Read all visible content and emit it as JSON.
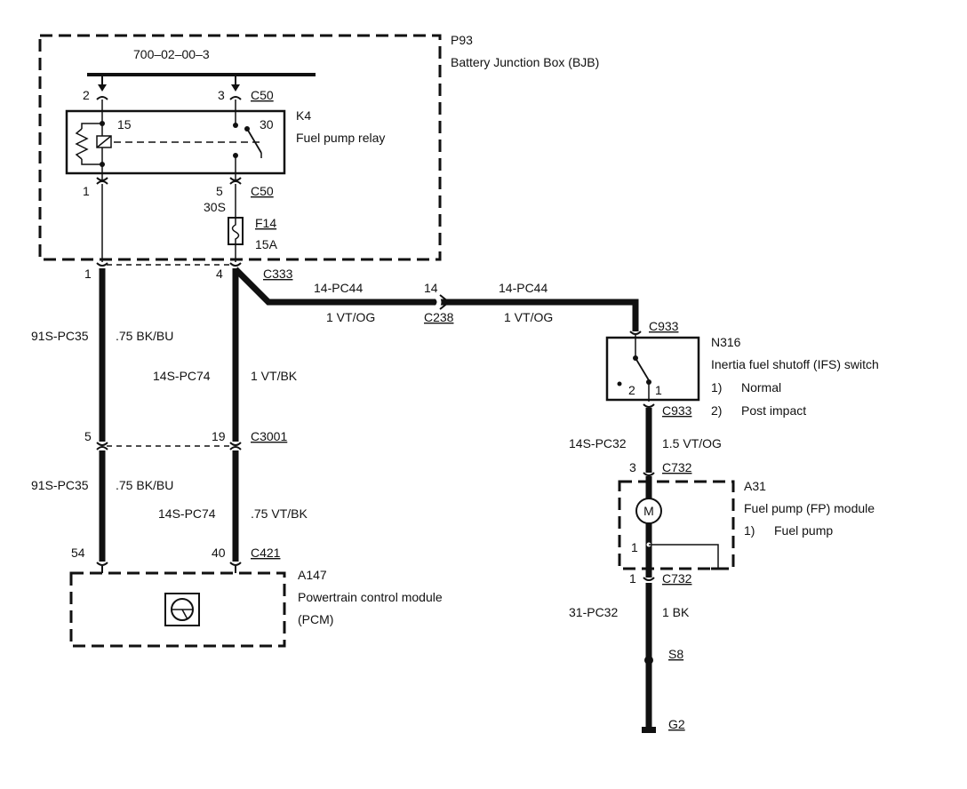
{
  "bjb": {
    "id": "P93",
    "name": "Battery Junction Box (BJB)",
    "bus_label": "700–02–00–3"
  },
  "relay": {
    "id": "K4",
    "name": "Fuel pump relay",
    "pin_15": "15",
    "pin_30": "30",
    "conn_pin_2": "2",
    "conn_pin_3": "3",
    "conn_pin_1": "1",
    "conn_pin_5": "5",
    "connector_top": "C50",
    "connector_bottom": "C50"
  },
  "fuse": {
    "id": "F14",
    "rating": "15A",
    "circuit": "30S"
  },
  "c333": {
    "connector": "C333",
    "pin_left": "1",
    "pin_right": "4"
  },
  "c3001": {
    "connector": "C3001",
    "pin_left": "5",
    "pin_right": "19"
  },
  "c421": {
    "connector": "C421",
    "pin_left": "54",
    "pin_right": "40"
  },
  "c238": {
    "connector": "C238",
    "pin": "14"
  },
  "wires": {
    "w91_upper": {
      "circuit": "91S-PC35",
      "color": ".75 BK/BU"
    },
    "w14_upper": {
      "circuit": "14S-PC74",
      "color": "1 VT/BK"
    },
    "w91_lower": {
      "circuit": "91S-PC35",
      "color": ".75 BK/BU"
    },
    "w14_lower": {
      "circuit": "14S-PC74",
      "color": ".75 VT/BK"
    },
    "pc44_left": {
      "circuit": "14-PC44",
      "color": "1 VT/OG"
    },
    "pc44_right": {
      "circuit": "14-PC44",
      "color": "1 VT/OG"
    },
    "pc32": {
      "circuit": "14S-PC32",
      "color": "1.5 VT/OG"
    },
    "ground": {
      "circuit": "31-PC32",
      "color": "1 BK"
    }
  },
  "pcm": {
    "id": "A147",
    "name_line1": "Powertrain control module",
    "name_line2": "(PCM)"
  },
  "ifs": {
    "id": "N316",
    "name": "Inertia fuel shutoff (IFS) switch",
    "state_1_num": "1)",
    "state_1": "Normal",
    "state_2_num": "2)",
    "state_2": "Post impact",
    "connector_top": "C933",
    "connector_bottom": "C933",
    "pin_2": "2",
    "pin_1": "1"
  },
  "fpm": {
    "id": "A31",
    "name": "Fuel pump (FP) module",
    "item_num": "1)",
    "item": "Fuel pump",
    "motor": "M",
    "connector_top": "C732",
    "connector_bottom": "C732",
    "pin_top": "3",
    "pin_inner": "1",
    "pin_bottom": "1"
  },
  "splice": {
    "id": "S8"
  },
  "ground_point": {
    "id": "G2"
  },
  "colors": {
    "line": "#111111",
    "background": "#ffffff"
  }
}
